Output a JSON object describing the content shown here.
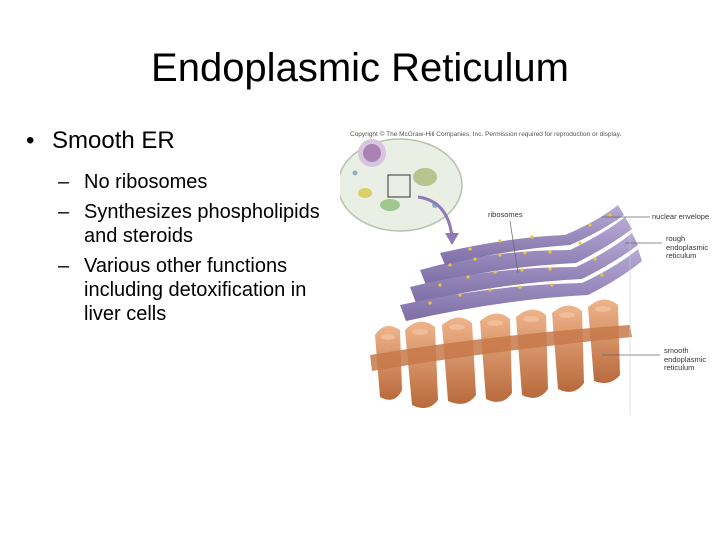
{
  "slide": {
    "title": "Endoplasmic Reticulum",
    "bullets": [
      {
        "text": "Smooth ER",
        "sub": [
          "No ribosomes",
          "Synthesizes phospholipids and steroids",
          "Various other functions including detoxification in liver cells"
        ]
      }
    ]
  },
  "figure": {
    "copyright": "Copyright © The McGraw-Hill Companies, Inc. Permission required for reproduction or display.",
    "labels": {
      "ribosomes": "ribosomes",
      "nuclear_envelope": "nuclear envelope",
      "rough_er": "rough endoplasmic reticulum",
      "smooth_er": "smooth endoplasmic reticulum"
    }
  },
  "colors": {
    "rough_er": "#8c7fb2",
    "smooth_er": "#d08a5c",
    "cell": "#e9efe5",
    "nucleus": "#a984b3"
  }
}
